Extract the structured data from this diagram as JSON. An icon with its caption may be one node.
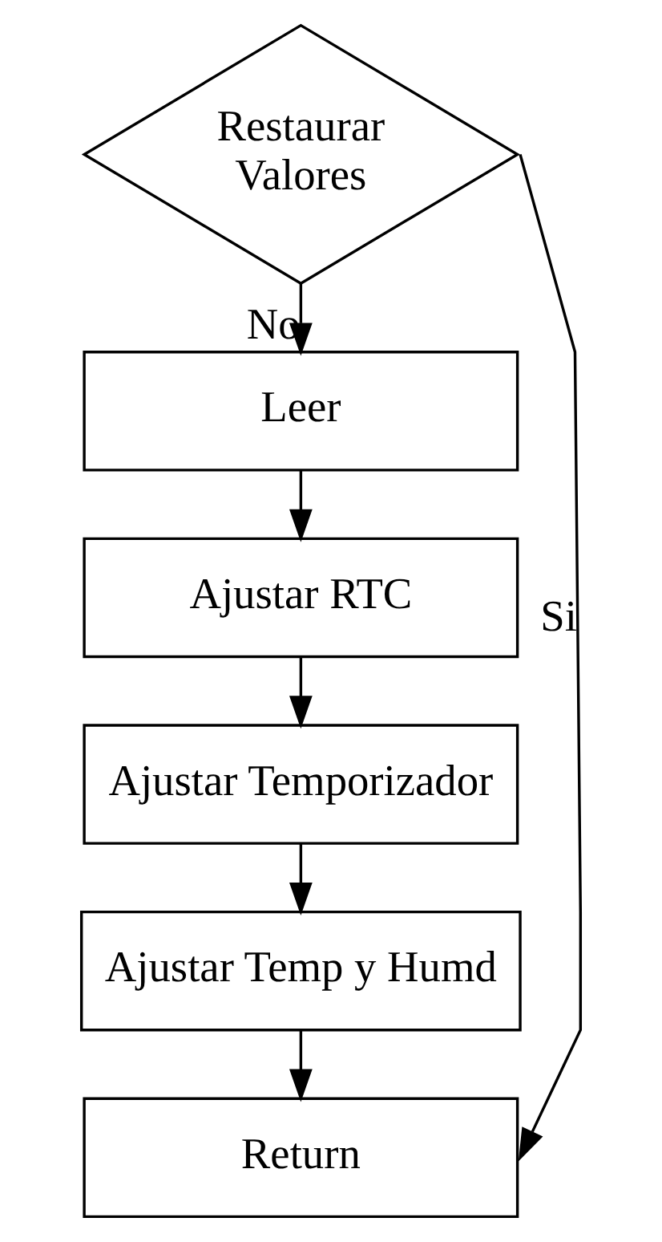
{
  "diagram": {
    "nodes": [
      {
        "text": [
          "Restaurar Valores"
        ]
      },
      {
        "text": [
          "Leer"
        ]
      },
      {
        "text": [
          "Ajustar RTC"
        ]
      },
      {
        "text": [
          "Ajustar Temporizador"
        ]
      },
      {
        "text": [
          "Ajustar Temp y Humd"
        ]
      },
      {
        "text": [
          "Return"
        ]
      }
    ],
    "edges": [
      {
        "from": 0,
        "to": 1,
        "arrow": "to",
        "label": "No"
      },
      {
        "from": 1,
        "to": 2,
        "arrow": "to"
      },
      {
        "from": 2,
        "to": 3,
        "arrow": "to"
      },
      {
        "from": 3,
        "to": 4,
        "arrow": "to"
      },
      {
        "from": 4,
        "to": 5,
        "arrow": "to"
      },
      {
        "from": 0,
        "to": 5,
        "arrow": "to",
        "label": "Si"
      }
    ]
  }
}
